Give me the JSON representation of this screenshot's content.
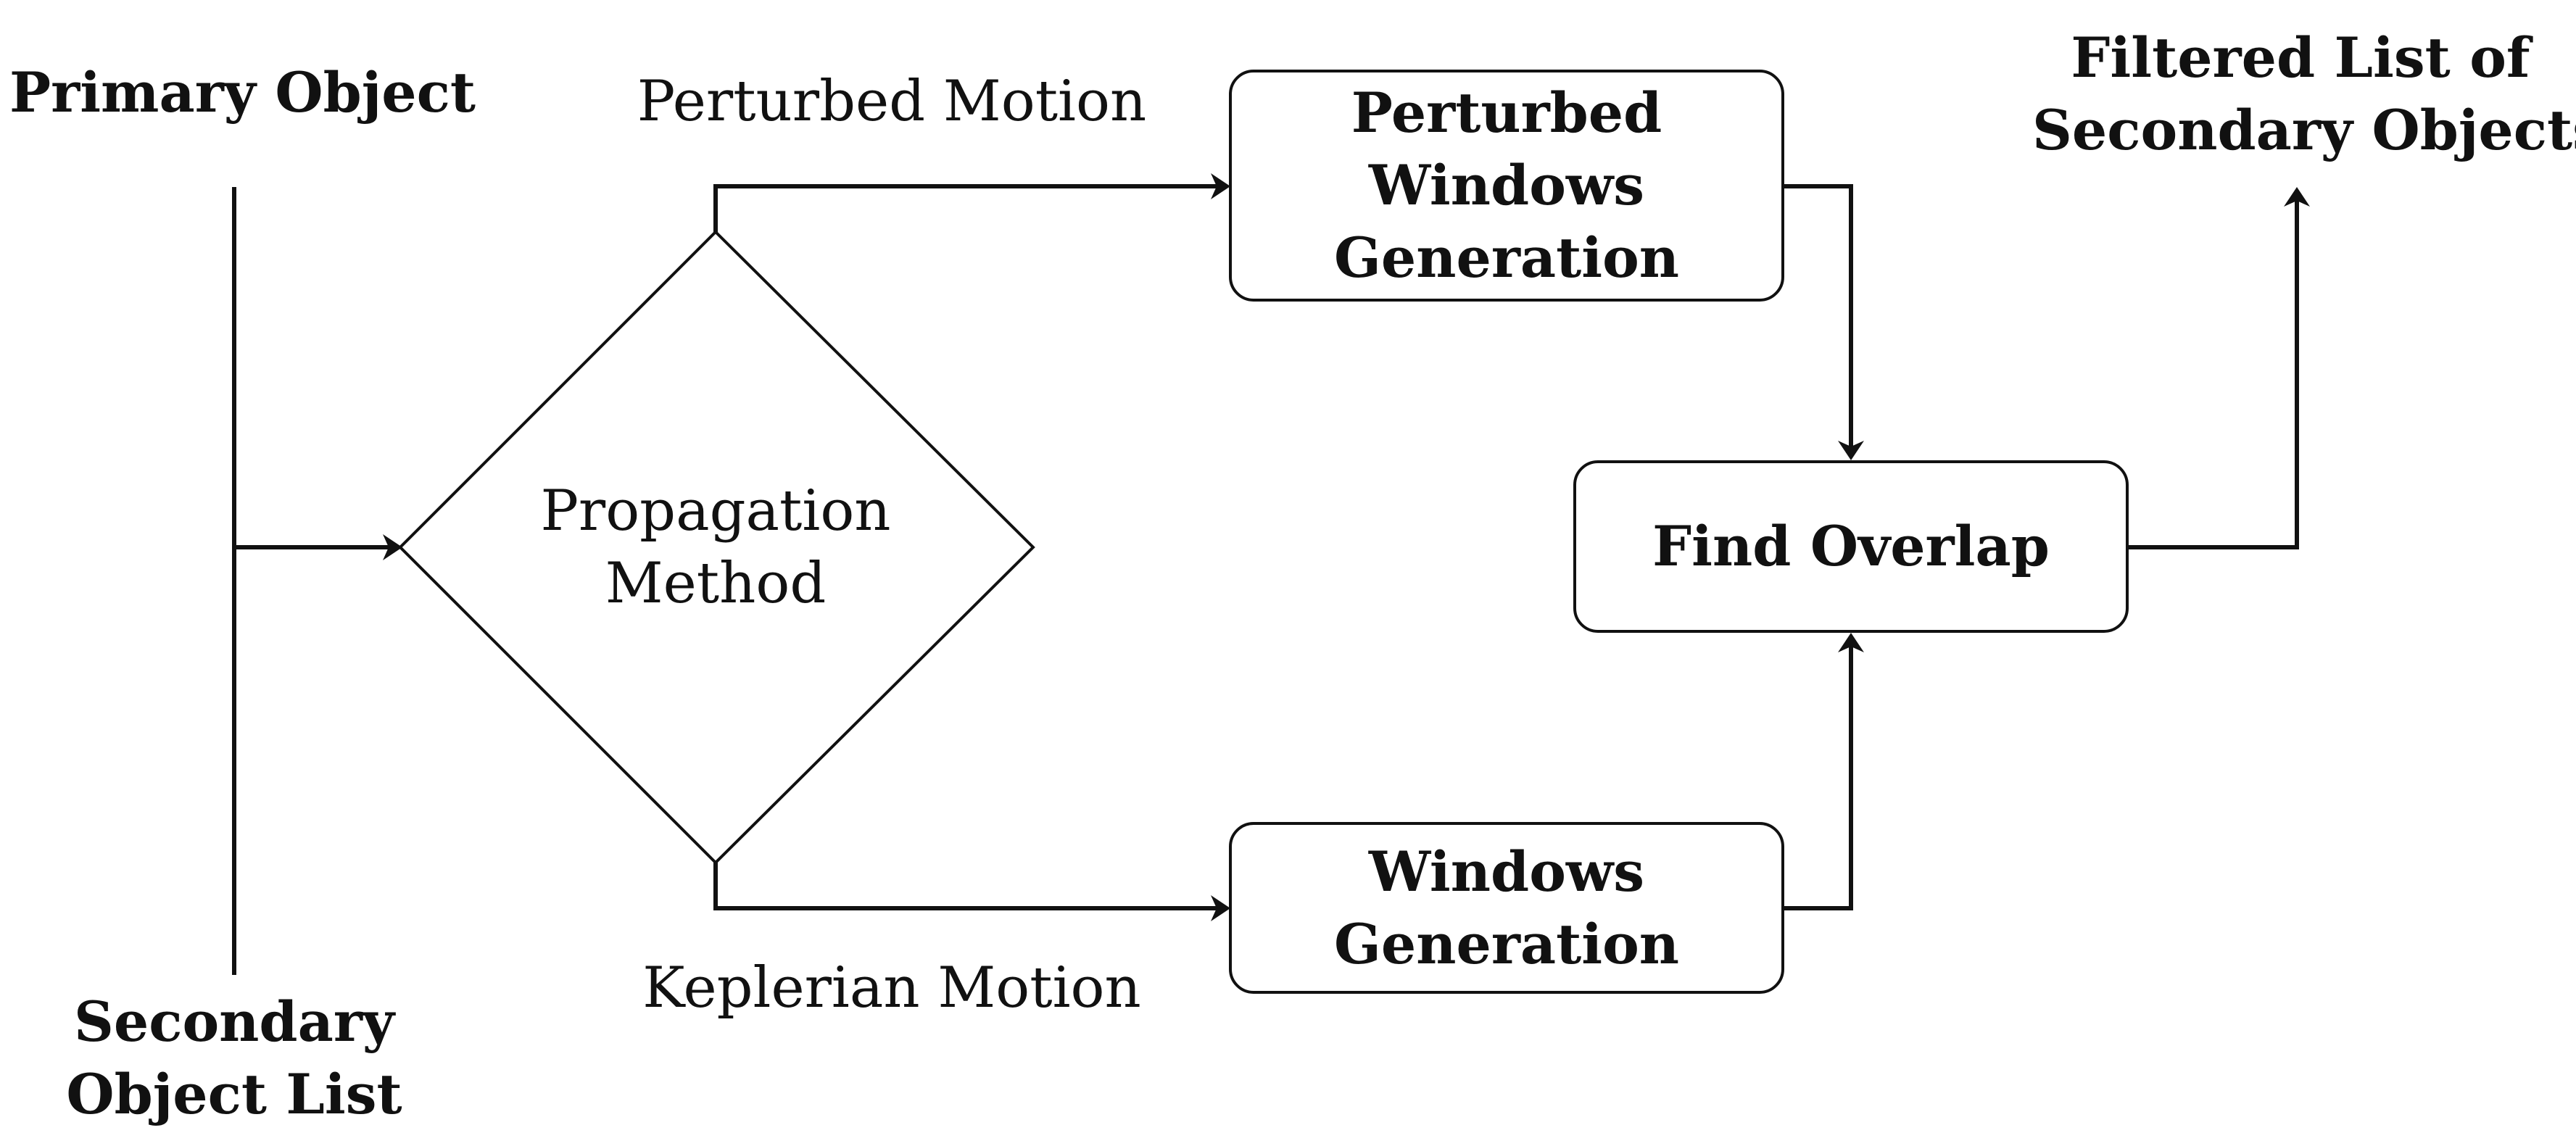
{
  "inputs": {
    "primary_object": "Primary Object",
    "secondary_list_line1": "Secondary",
    "secondary_list_line2": "Object List"
  },
  "decision": {
    "line1": "Propagation",
    "line2": "Method"
  },
  "branches": {
    "upper": "Perturbed Motion",
    "lower": "Keplerian Motion"
  },
  "processes": {
    "perturbed_windows": {
      "line1": "Perturbed",
      "line2": "Windows",
      "line3": "Generation"
    },
    "windows": {
      "line1": "Windows",
      "line2": "Generation"
    },
    "find_overlap": "Find Overlap"
  },
  "output": {
    "line1": "Filtered List of",
    "line2": "Secondary Objects"
  }
}
